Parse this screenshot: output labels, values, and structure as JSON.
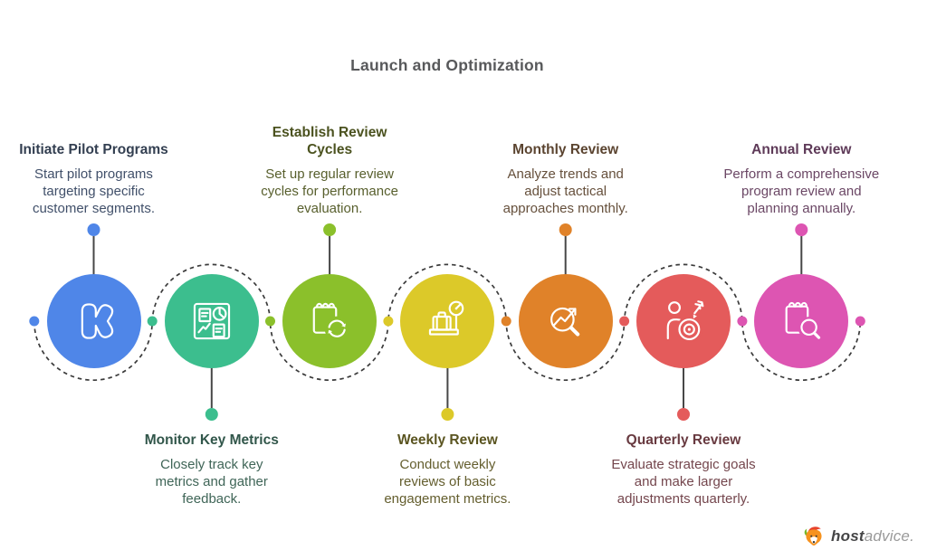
{
  "title": {
    "text": "Launch and Optimization",
    "color": "#58595B"
  },
  "steps": [
    {
      "title": "Initiate Pilot Programs",
      "description": "Start pilot programs targeting specific customer segments.",
      "color": "#4F86E8",
      "heading_color": "#333F51",
      "body_color": "#41506A",
      "icon": "kickstarter-k",
      "position": "top"
    },
    {
      "title": "Monitor Key Metrics",
      "description": "Closely track key metrics and gather feedback.",
      "color": "#3CBE8E",
      "heading_color": "#31564A",
      "body_color": "#3F6557",
      "icon": "metrics-dashboard",
      "position": "bottom"
    },
    {
      "title": "Establish Review Cycles",
      "description": "Set up regular review cycles for performance evaluation.",
      "color": "#8BC02B",
      "heading_color": "#4B521F",
      "body_color": "#585F2D",
      "icon": "calendar-sync",
      "position": "top"
    },
    {
      "title": "Weekly Review",
      "description": "Conduct weekly reviews of basic engagement metrics.",
      "color": "#DCC929",
      "heading_color": "#5A5420",
      "body_color": "#645E2E",
      "icon": "luggage-scale",
      "position": "bottom"
    },
    {
      "title": "Monthly Review",
      "description": "Analyze trends and adjust tactical approaches monthly.",
      "color": "#E08229",
      "heading_color": "#5B4430",
      "body_color": "#66503C",
      "icon": "trend-search",
      "position": "top"
    },
    {
      "title": "Quarterly Review",
      "description": "Evaluate strategic goals and make larger adjustments quarterly.",
      "color": "#E45B5B",
      "heading_color": "#683A40",
      "body_color": "#74464D",
      "icon": "person-target",
      "position": "bottom"
    },
    {
      "title": "Annual Review",
      "description": "Perform a comprehensive program review and planning annually.",
      "color": "#DD55B2",
      "heading_color": "#5E3A58",
      "body_color": "#6B4765",
      "icon": "notebook-search",
      "position": "top"
    }
  ],
  "connector": {
    "line_color": "#3B3B3B",
    "stem_color": "#474747",
    "dots": [
      "#4F86E8",
      "#3CBE8E",
      "#8BC02B",
      "#DCC929",
      "#E08229",
      "#E45B5B",
      "#DD55B2",
      "#DD55B2"
    ]
  },
  "logo": {
    "brand_bold": "host",
    "brand_light": "advice."
  }
}
